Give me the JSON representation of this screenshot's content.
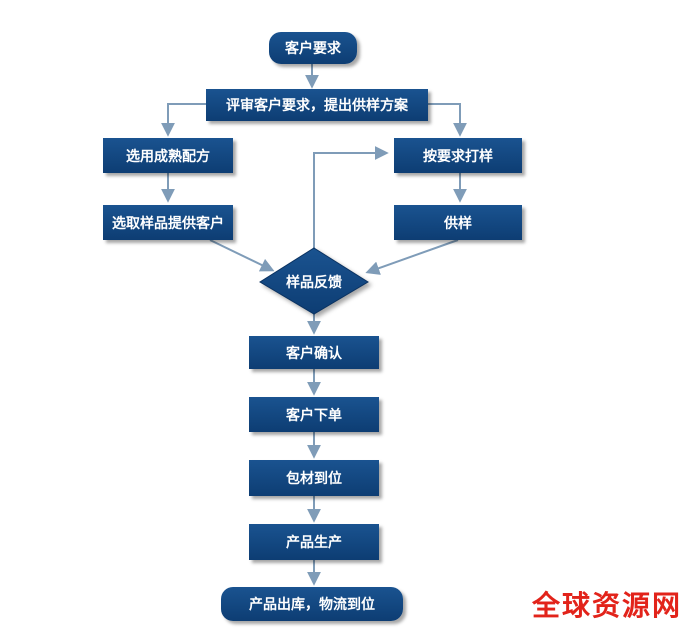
{
  "nodes": {
    "customer_request": "客户要求",
    "review": "评审客户要求，提出供样方案",
    "select_formula": "选用成熟配方",
    "sample_by_request": "按要求打样",
    "pick_sample": "选取样品提供客户",
    "supply_sample": "供样",
    "feedback": "样品反馈",
    "confirm": "客户确认",
    "order": "客户下单",
    "packaging": "包材到位",
    "production": "产品生产",
    "shipping": "产品出库，物流到位"
  },
  "watermark": "全球资源网",
  "colors": {
    "box": "#0d3d73",
    "arrow": "#7f9cb8",
    "watermark": "#e2231a"
  }
}
